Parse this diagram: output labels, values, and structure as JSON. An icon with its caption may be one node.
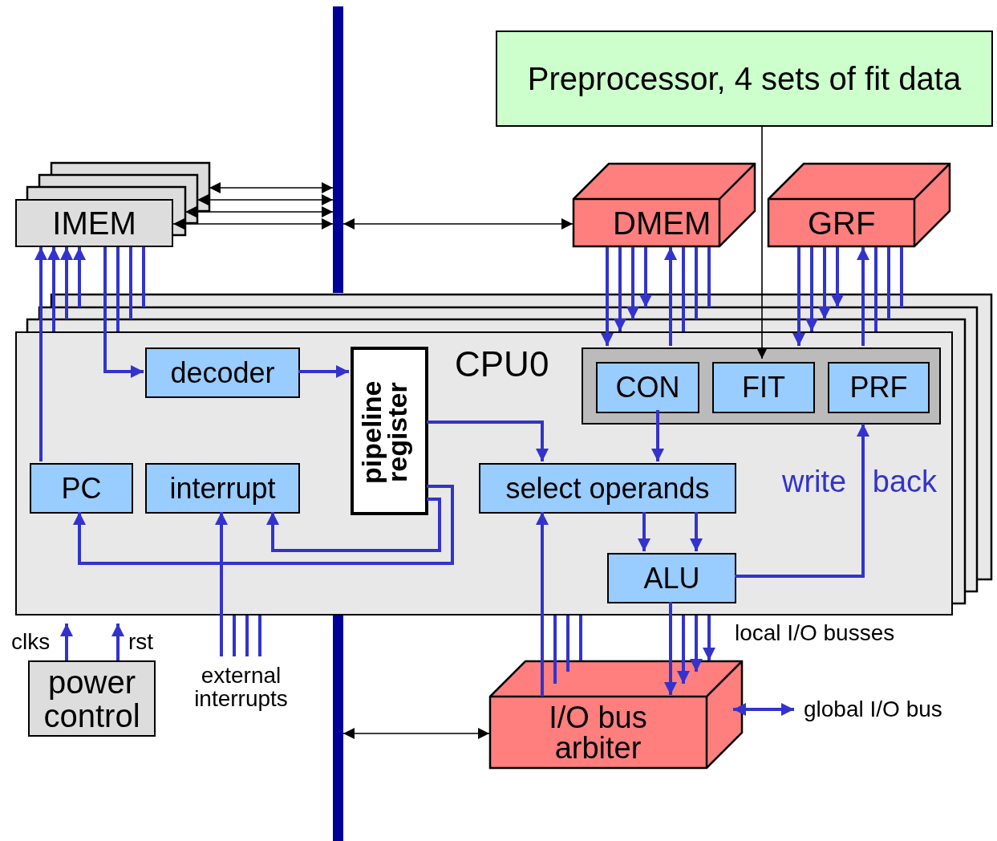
{
  "diagram": {
    "nodes": [
      {
        "text": [
          "Preprocessor, 4 sets of fit data"
        ]
      },
      {
        "text": [
          "IMEM"
        ]
      },
      {
        "text": [
          "DMEM"
        ]
      },
      {
        "text": [
          "GRF"
        ]
      },
      {
        "text": [],
        "shape": "bar"
      },
      {
        "text": [
          "CPU0"
        ]
      },
      {
        "text": [
          "decoder"
        ],
        "in": 5
      },
      {
        "text": [
          "pipeline register"
        ],
        "in": 5
      },
      {
        "text": [],
        "shape": "box",
        "in": 5
      },
      {
        "text": [
          "CON"
        ],
        "in": 8
      },
      {
        "text": [
          "FIT"
        ],
        "in": 8
      },
      {
        "text": [
          "PRF"
        ],
        "in": 8
      },
      {
        "text": [
          "PC"
        ],
        "in": 5
      },
      {
        "text": [
          "interrupt"
        ],
        "in": 5
      },
      {
        "text": [
          "select operands"
        ],
        "in": 5
      },
      {
        "text": [
          "ALU"
        ],
        "in": 5
      },
      {
        "text": [
          "power control"
        ]
      },
      {
        "text": [
          "I/O bus arbiter"
        ]
      },
      {
        "text": [
          "external interrupts"
        ]
      },
      {
        "text": [],
        "shape": "bar"
      }
    ],
    "edges": [
      {
        "from": 4,
        "to": 1,
        "arrow": "both",
        "color": "#000000"
      },
      {
        "from": 4,
        "to": 1,
        "arrow": "both",
        "color": "#000000"
      },
      {
        "from": 4,
        "to": 1,
        "arrow": "both",
        "color": "#000000"
      },
      {
        "from": 4,
        "to": 1,
        "arrow": "both",
        "color": "#000000"
      },
      {
        "from": 4,
        "to": 2,
        "arrow": "both",
        "color": "#000000"
      },
      {
        "from": 19,
        "to": 17,
        "arrow": "both",
        "color": "#000000"
      },
      {
        "from": 0,
        "to": 10,
        "arrow": "to",
        "color": "#000000"
      },
      {
        "from": 12,
        "to": 1,
        "arrow": "to"
      },
      {
        "from": 5,
        "to": 1,
        "arrow": "to"
      },
      {
        "from": 5,
        "to": 1,
        "arrow": "to"
      },
      {
        "from": 5,
        "to": 1,
        "arrow": "to"
      },
      {
        "from": 1,
        "to": 6,
        "arrow": "to"
      },
      {
        "from": 1,
        "to": 5,
        "arrow": "none"
      },
      {
        "from": 1,
        "to": 5,
        "arrow": "none"
      },
      {
        "from": 1,
        "to": 5,
        "arrow": "none"
      },
      {
        "from": 2,
        "to": 8,
        "arrow": "to"
      },
      {
        "from": 2,
        "to": 5,
        "arrow": "to"
      },
      {
        "from": 2,
        "to": 5,
        "arrow": "to"
      },
      {
        "from": 2,
        "to": 5,
        "arrow": "to"
      },
      {
        "from": 8,
        "to": 2,
        "arrow": "to"
      },
      {
        "from": 5,
        "to": 2,
        "arrow": "none"
      },
      {
        "from": 5,
        "to": 2,
        "arrow": "none"
      },
      {
        "from": 5,
        "to": 2,
        "arrow": "none"
      },
      {
        "from": 3,
        "to": 8,
        "arrow": "to"
      },
      {
        "from": 3,
        "to": 5,
        "arrow": "to"
      },
      {
        "from": 3,
        "to": 5,
        "arrow": "to"
      },
      {
        "from": 3,
        "to": 5,
        "arrow": "to"
      },
      {
        "from": 8,
        "to": 3,
        "arrow": "to"
      },
      {
        "from": 5,
        "to": 3,
        "arrow": "none"
      },
      {
        "from": 5,
        "to": 3,
        "arrow": "none"
      },
      {
        "from": 5,
        "to": 3,
        "arrow": "none"
      },
      {
        "from": 6,
        "to": 7,
        "arrow": "to"
      },
      {
        "from": 7,
        "to": 14,
        "arrow": "to"
      },
      {
        "from": 7,
        "to": 13,
        "arrow": "to"
      },
      {
        "from": 7,
        "to": 12,
        "arrow": "to"
      },
      {
        "from": 9,
        "to": 14,
        "arrow": "to"
      },
      {
        "from": 14,
        "to": 15,
        "arrow": "to"
      },
      {
        "from": 14,
        "to": 15,
        "arrow": "to"
      },
      {
        "from": 15,
        "to": 11,
        "arrow": "to",
        "label": "write back"
      },
      {
        "from": 17,
        "to": 14,
        "arrow": "to"
      },
      {
        "from": 17,
        "to": 5,
        "arrow": "none"
      },
      {
        "from": 17,
        "to": 5,
        "arrow": "none"
      },
      {
        "from": 17,
        "to": 5,
        "arrow": "none"
      },
      {
        "from": 15,
        "to": 17,
        "arrow": "to"
      },
      {
        "from": 5,
        "to": 17,
        "arrow": "to"
      },
      {
        "from": 5,
        "to": 17,
        "arrow": "to"
      },
      {
        "from": 5,
        "to": 17,
        "arrow": "to"
      },
      {
        "from": 18,
        "to": 13,
        "arrow": "to"
      },
      {
        "from": 18,
        "to": 5,
        "arrow": "none"
      },
      {
        "from": 18,
        "to": 5,
        "arrow": "none"
      },
      {
        "from": 18,
        "to": 5,
        "arrow": "none"
      },
      {
        "from": 16,
        "to": 5,
        "arrow": "to",
        "label": "clks"
      },
      {
        "from": 16,
        "to": 5,
        "arrow": "to",
        "label": "rst"
      },
      {
        "from": 17,
        "to": null,
        "arrow": "both",
        "label": "global I/O bus"
      }
    ],
    "labels": [
      "local I/O busses"
    ]
  }
}
